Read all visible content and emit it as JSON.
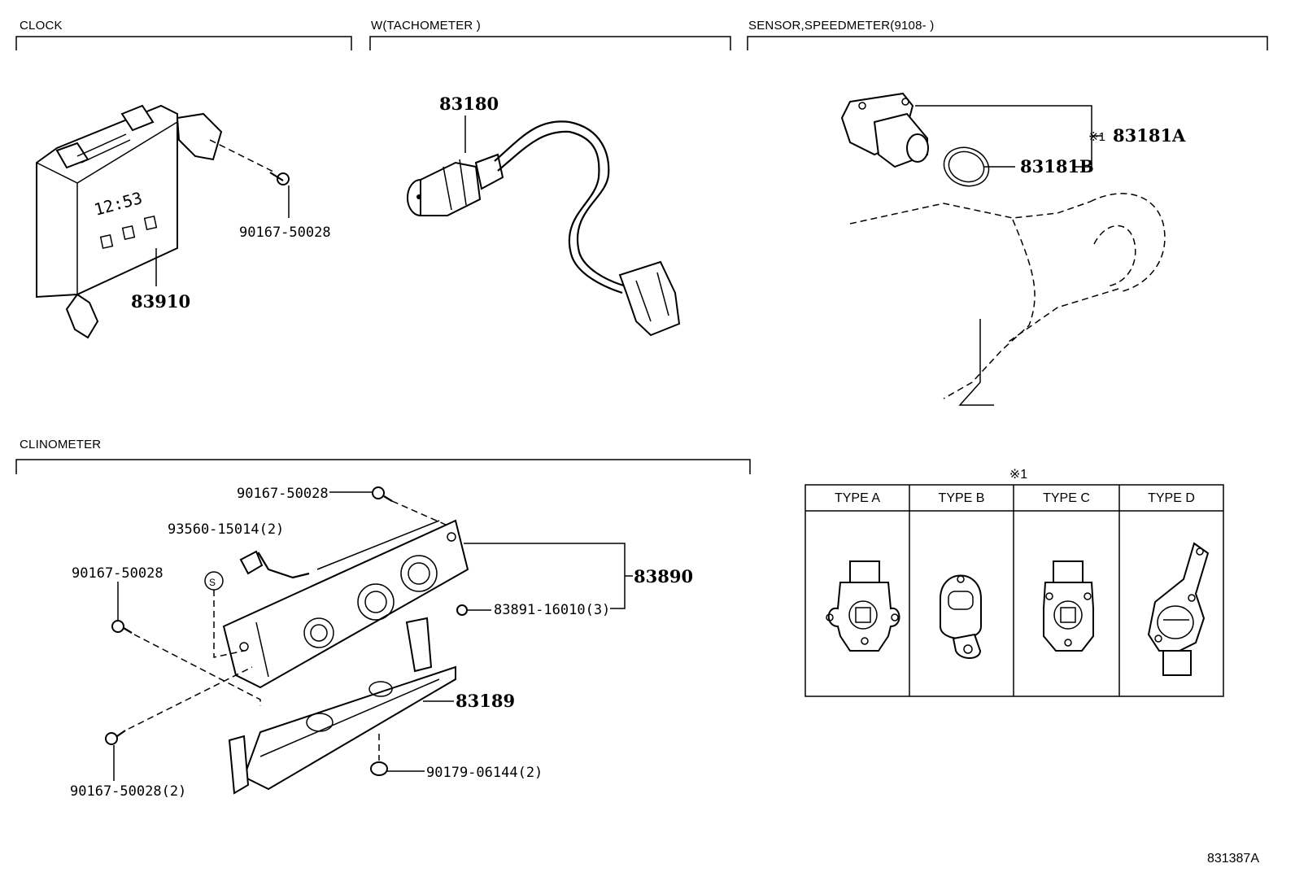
{
  "sections": {
    "clock": "CLOCK",
    "tachometer": "W(TACHOMETER )",
    "sensor": "SENSOR,SPEEDMETER(9108-        )",
    "clinometer": "CLINOMETER"
  },
  "parts": {
    "clock_unit": "83910",
    "clock_screw": "90167-50028",
    "tacho_sender": "83180",
    "sensor_assy": "83181A",
    "sensor_note_mark": "※1",
    "sensor_oring": "83181B",
    "clino_screw_top": "90167-50028",
    "clino_grommet": "93560-15014(2)",
    "clino_grommet_symbol": "S",
    "clino_screw_left": "90167-50028",
    "clino_assy": "83890",
    "clino_bulb": "83891-16010(3)",
    "clino_bracket": "83189",
    "clino_nut": "90179-06144(2)",
    "clino_screw_bottom": "90167-50028(2)"
  },
  "clock_face_text": "12:53",
  "type_table": {
    "note_mark": "※1",
    "headers": [
      "TYPE A",
      "TYPE B",
      "TYPE C",
      "TYPE D"
    ]
  },
  "diagram_code": "831387A"
}
